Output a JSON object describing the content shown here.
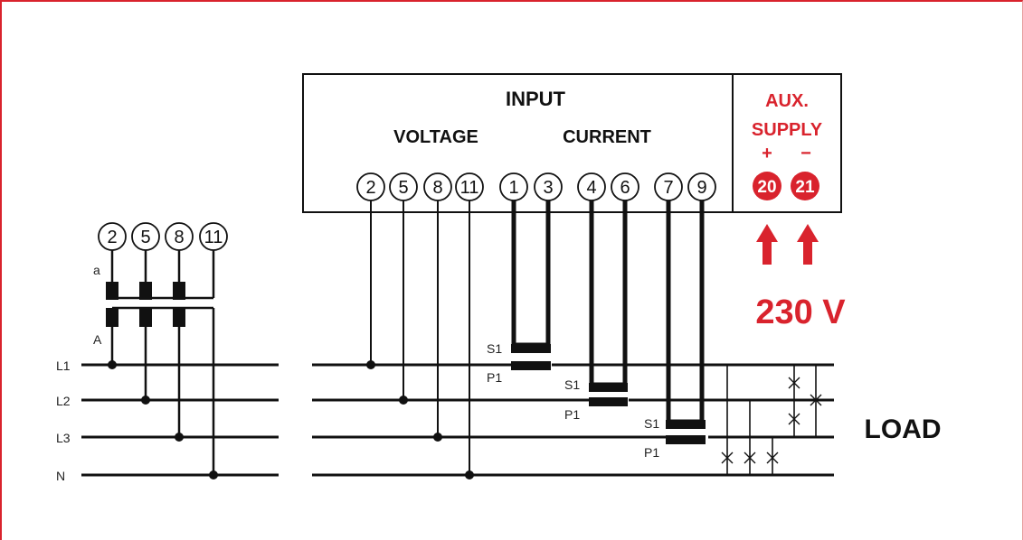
{
  "input": {
    "title": "INPUT",
    "voltage_label": "VOLTAGE",
    "current_label": "CURRENT",
    "terminals": [
      "2",
      "5",
      "8",
      "11",
      "1",
      "3",
      "4",
      "6",
      "7",
      "9"
    ]
  },
  "aux": {
    "title_line1": "AUX.",
    "title_line2": "SUPPLY",
    "plus": "+",
    "minus": "−",
    "terminals": [
      "20",
      "21"
    ],
    "voltage": "230 V"
  },
  "left_terminals": [
    "2",
    "5",
    "8",
    "11"
  ],
  "pt_labels": {
    "secondary": "a",
    "primary": "A"
  },
  "lines": [
    "L1",
    "L2",
    "L3",
    "N"
  ],
  "ct_labels": {
    "s": "S1",
    "p": "P1"
  },
  "load_label": "LOAD",
  "colors": {
    "accent": "#d9232d",
    "ink": "#111111"
  }
}
